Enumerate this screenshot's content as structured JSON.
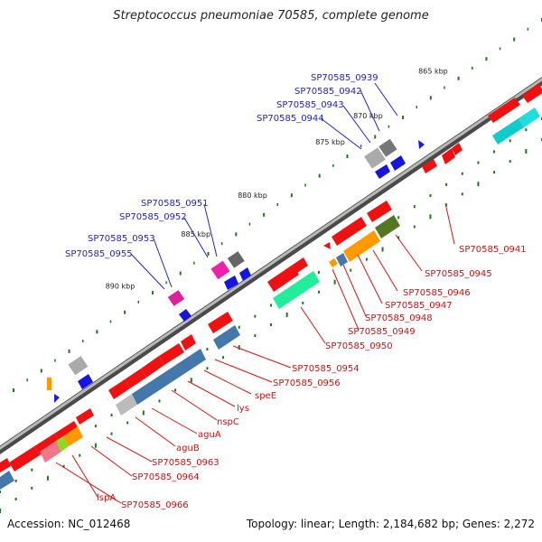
{
  "title": "Streptococcus pneumoniae 70585, complete genome",
  "footer": {
    "accession": "Accession: NC_012468",
    "summary": "Topology: linear; Length: 2,184,682 bp; Genes: 2,272"
  },
  "colors": {
    "label_top": "#2222cc",
    "label_bottom": "#cc1111",
    "backbone": "#7a7a7a",
    "tick": "#1a7a1a"
  },
  "ruler": [
    {
      "label": "865 kbp",
      "pos": 0.91
    },
    {
      "label": "870 kbp",
      "pos": 0.755
    },
    {
      "label": "875 kbp",
      "pos": 0.665
    },
    {
      "label": "880 kbp",
      "pos": 0.48
    },
    {
      "label": "885 kbp",
      "pos": 0.345
    },
    {
      "label": "890 kbp",
      "pos": 0.165
    }
  ],
  "labels_top": [
    {
      "text": "SP70585_0939"
    },
    {
      "text": "SP70585_0942"
    },
    {
      "text": "SP70585_0943"
    },
    {
      "text": "SP70585_0944"
    },
    {
      "text": "SP70585_0951"
    },
    {
      "text": "SP70585_0952"
    },
    {
      "text": "SP70585_0953"
    },
    {
      "text": "SP70585_0955"
    }
  ],
  "labels_bottom": [
    {
      "text": "SP70585_0941"
    },
    {
      "text": "SP70585_0945"
    },
    {
      "text": "SP70585_0946"
    },
    {
      "text": "SP70585_0947"
    },
    {
      "text": "SP70585_0948"
    },
    {
      "text": "SP70585_0949"
    },
    {
      "text": "SP70585_0950"
    },
    {
      "text": "SP70585_0954"
    },
    {
      "text": "SP70585_0956"
    },
    {
      "text": "speE"
    },
    {
      "text": "lys"
    },
    {
      "text": "nspC"
    },
    {
      "text": "aguA"
    },
    {
      "text": "aguB"
    },
    {
      "text": "SP70585_0963"
    },
    {
      "text": "SP70585_0964"
    },
    {
      "text": "lspA"
    },
    {
      "text": "SP70585_0966"
    }
  ]
}
